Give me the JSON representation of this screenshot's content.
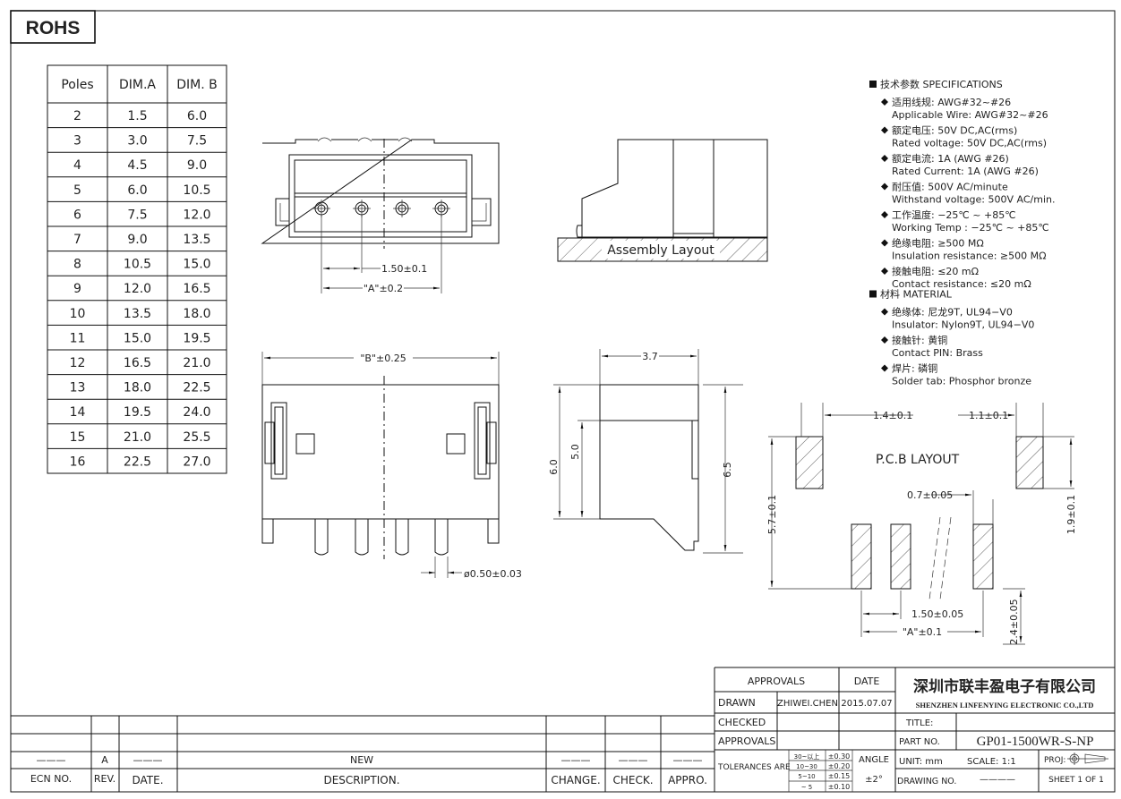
{
  "rohs_label": "ROHS",
  "poles_table": {
    "headers": [
      "Poles",
      "DIM.A",
      "DIM. B"
    ],
    "rows": [
      [
        "2",
        "1.5",
        "6.0"
      ],
      [
        "3",
        "3.0",
        "7.5"
      ],
      [
        "4",
        "4.5",
        "9.0"
      ],
      [
        "5",
        "6.0",
        "10.5"
      ],
      [
        "6",
        "7.5",
        "12.0"
      ],
      [
        "7",
        "9.0",
        "13.5"
      ],
      [
        "8",
        "10.5",
        "15.0"
      ],
      [
        "9",
        "12.0",
        "16.5"
      ],
      [
        "10",
        "13.5",
        "18.0"
      ],
      [
        "11",
        "15.0",
        "19.5"
      ],
      [
        "12",
        "16.5",
        "21.0"
      ],
      [
        "13",
        "18.0",
        "22.5"
      ],
      [
        "14",
        "19.5",
        "24.0"
      ],
      [
        "15",
        "21.0",
        "25.5"
      ],
      [
        "16",
        "22.5",
        "27.0"
      ]
    ]
  },
  "dimensions": {
    "pitch": "1.50±0.1",
    "a_top": "\"A\"±0.2",
    "b": "\"B\"±0.25",
    "pin_dia": "ø0.50±0.03",
    "depth": "3.7",
    "h60": "6.0",
    "h50": "5.0",
    "h65": "6.5",
    "assembly": "Assembly Layout",
    "pcb_title": "P.C.B LAYOUT",
    "pcb_14": "1.4±0.1",
    "pcb_11": "1.1±0.1",
    "pcb_07": "0.7±0.05",
    "pcb_57": "5.7±0.1",
    "pcb_19": "1.9±0.1",
    "pcb_150": "1.50±0.05",
    "pcb_a": "\"A\"±0.1",
    "pcb_24": "2.4±0.05"
  },
  "specs": {
    "heading": "技术参数  SPECIFICATIONS",
    "items": [
      {
        "cn": "适用线规:  AWG#32~#26",
        "en": "Applicable Wire:  AWG#32~#26"
      },
      {
        "cn": "额定电压:  50V DC,AC(rms)",
        "en": "Rated voltage:  50V DC,AC(rms)"
      },
      {
        "cn": "额定电流:  1A (AWG #26)",
        "en": "Rated Current:  1A (AWG #26)"
      },
      {
        "cn": "耐压值:  500V AC/minute",
        "en": "Withstand voltage:  500V AC/min."
      },
      {
        "cn": "工作温度:  −25℃ ~ +85℃",
        "en": "Working Temp :  −25℃ ~ +85℃"
      },
      {
        "cn": "绝缘电阻:   ≥500 MΩ",
        "en": "Insulation resistance:  ≥500 MΩ"
      },
      {
        "cn": "接触电阻:  ≤20 mΩ",
        "en": "Contact resistance:  ≤20 mΩ"
      }
    ],
    "material_heading": "材料   MATERIAL",
    "materials": [
      {
        "cn": "绝缘体:  尼龙9T, UL94−V0",
        "en": "Insulator:  Nylon9T, UL94−V0"
      },
      {
        "cn": "接触针:  黄铜",
        "en": "Contact PIN:  Brass"
      },
      {
        "cn": "焊片:  磷铜",
        "en": "Solder tab:  Phosphor bronze"
      }
    ]
  },
  "revision": {
    "ecn": "———",
    "rev": "A",
    "date": "———",
    "description": "NEW",
    "change": "———",
    "check": "———",
    "appro": "———",
    "headers": [
      "ECN NO.",
      "REV.",
      "DATE.",
      "DESCRIPTION.",
      "CHANGE.",
      "CHECK.",
      "APPRO."
    ]
  },
  "title_block": {
    "approvals": "APPROVALS",
    "date": "DATE",
    "drawn": "DRAWN",
    "drawn_by": "ZHIWEI.CHEN",
    "drawn_date": "2015.07.07",
    "checked": "CHECKED",
    "approvals2": "APPROVALS",
    "tolerances": "TOLERANCES ARE",
    "tol_ranges": [
      "30~以上",
      "10~30",
      "5~10",
      "~ 5"
    ],
    "tol_values": [
      "±0.30",
      "±0.20",
      "±0.15",
      "±0.10"
    ],
    "angle": "ANGLE",
    "angle_value": "±2°",
    "company_cn": "深圳市联丰盈电子有限公司",
    "company_en": "SHENZHEN LINFENYING ELECTRONIC CO.,LTD",
    "title_label": "TITLE:",
    "part_no_label": "PART NO.",
    "part_no": "GP01-1500WR-S-NP",
    "unit": "UNIT:  mm",
    "scale": "SCALE:    1:1",
    "proj": "PROJ:",
    "drawing_no_label": "DRAWING NO.",
    "drawing_no": "————",
    "sheet": "SHEET   1  OF  1"
  }
}
